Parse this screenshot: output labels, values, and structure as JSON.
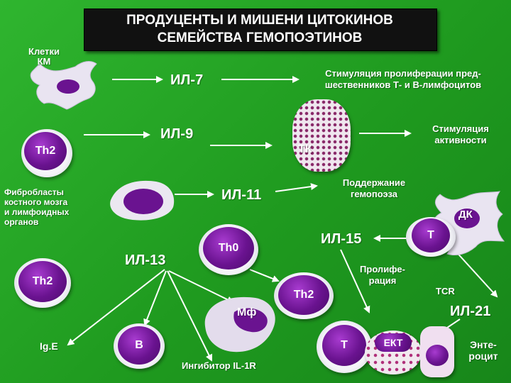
{
  "title_line1": "ПРОДУЦЕНТЫ И МИШЕНИ ЦИТОКИНОВ",
  "title_line2": "СЕМЕЙСТВА ГЕМОПОЭТИНОВ",
  "producers": {
    "km_cells": "Клетки\nКМ",
    "th2_top": "Th2",
    "fibroblasts": "Фибробласты\nкостного мозга\nи лимфоидных\nорганов",
    "th0": "Th0",
    "th2_left": "Th2",
    "th2_mid": "Th2"
  },
  "cytokines": {
    "il7": "ИЛ-7",
    "il9": "ИЛ-9",
    "il11": "ИЛ-11",
    "il15": "ИЛ-15",
    "il13": "ИЛ-13",
    "il21": "ИЛ-21"
  },
  "effects": {
    "il7_effect": "Стимуляция пролиферации пред-\nшественников Т- и В-лимфоцитов",
    "il9_effect": "Стимуляция\nактивности",
    "il11_effect": "Поддержание\nгемопоэза",
    "proliferation": "Пролифе-\nрация",
    "il1r_inhibitor": "Ингибитор IL-1R"
  },
  "targets": {
    "tk": "ТК",
    "dk": "ДК",
    "t_right": "Т",
    "tcr": "TCR",
    "mf": "Мф",
    "ige": "Ig.E",
    "b": "B",
    "t_bottom": "T",
    "ekt": "ЕКТ",
    "enterocyte": "Энте-\nроцит"
  }
}
